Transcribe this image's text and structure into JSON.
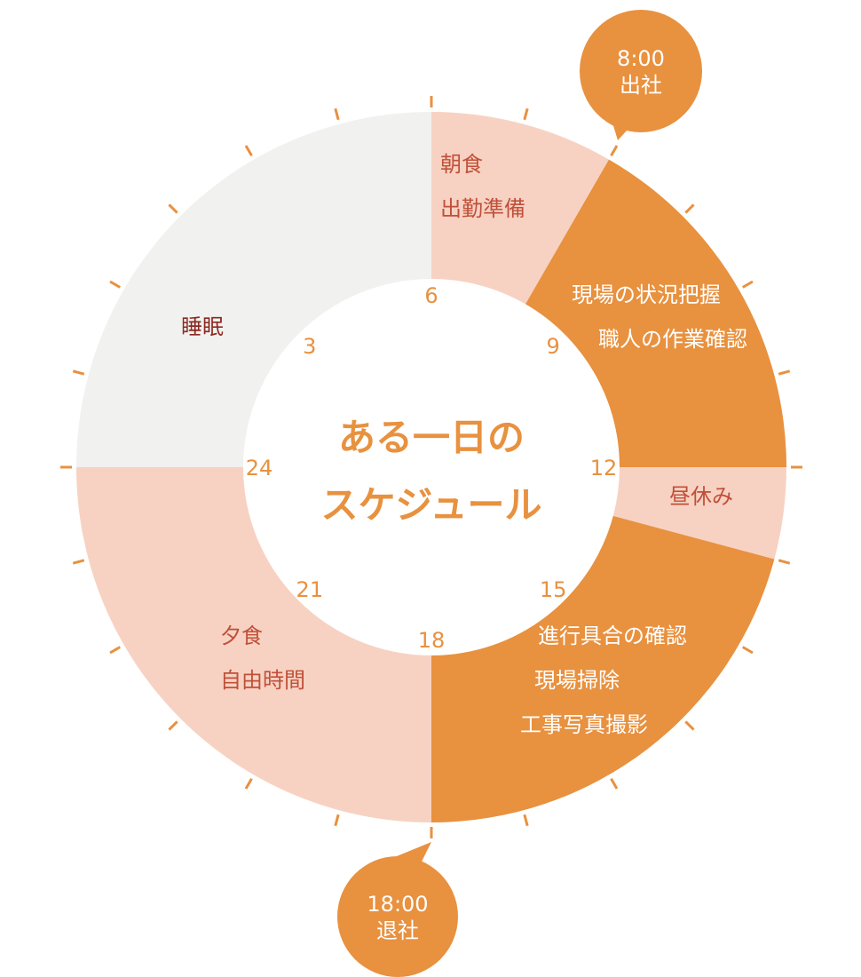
{
  "title": {
    "line1": "ある一日の",
    "line2": "スケジュール"
  },
  "hour_labels": [
    {
      "hour": 3,
      "label": "3"
    },
    {
      "hour": 6,
      "label": "6"
    },
    {
      "hour": 9,
      "label": "9"
    },
    {
      "hour": 12,
      "label": "12"
    },
    {
      "hour": 15,
      "label": "15"
    },
    {
      "hour": 18,
      "label": "18"
    },
    {
      "hour": 21,
      "label": "21"
    },
    {
      "hour": 24,
      "label": "24"
    }
  ],
  "segments": [
    {
      "key": "sleep",
      "start": 0,
      "end": 6,
      "kind": "sleep",
      "lines": [
        "睡眠"
      ]
    },
    {
      "key": "morning",
      "start": 6,
      "end": 8,
      "kind": "light",
      "lines": [
        "朝食",
        "出勤準備"
      ]
    },
    {
      "key": "am-work",
      "start": 8,
      "end": 12,
      "kind": "work",
      "lines": [
        "現場の状況把握",
        "職人の作業確認"
      ]
    },
    {
      "key": "lunch",
      "start": 12,
      "end": 13,
      "kind": "light",
      "lines": [
        "昼休み"
      ]
    },
    {
      "key": "pm-work",
      "start": 13,
      "end": 18,
      "kind": "work",
      "lines": [
        "進行具合の確認",
        "現場掃除",
        "工事写真撮影"
      ]
    },
    {
      "key": "evening",
      "start": 18,
      "end": 24,
      "kind": "light",
      "lines": [
        "夕食",
        "自由時間"
      ]
    }
  ],
  "callouts": [
    {
      "key": "arrive",
      "hour": 8,
      "time": "8:00",
      "label": "出社"
    },
    {
      "key": "leave",
      "hour": 18,
      "time": "18:00",
      "label": "退社"
    }
  ],
  "colors": {
    "work": "#E8913F",
    "light": "#F7D2C2",
    "sleep": "#F1F1F0",
    "tick": "#E8913F",
    "hour_label": "#E8913F",
    "title": "#E8913F",
    "text_on_work": "#FFFFFF",
    "text_on_light": "#C0503A",
    "text_on_sleep": "#8B2A20",
    "callout_fill": "#E8913F",
    "callout_text": "#FFFFFF"
  }
}
